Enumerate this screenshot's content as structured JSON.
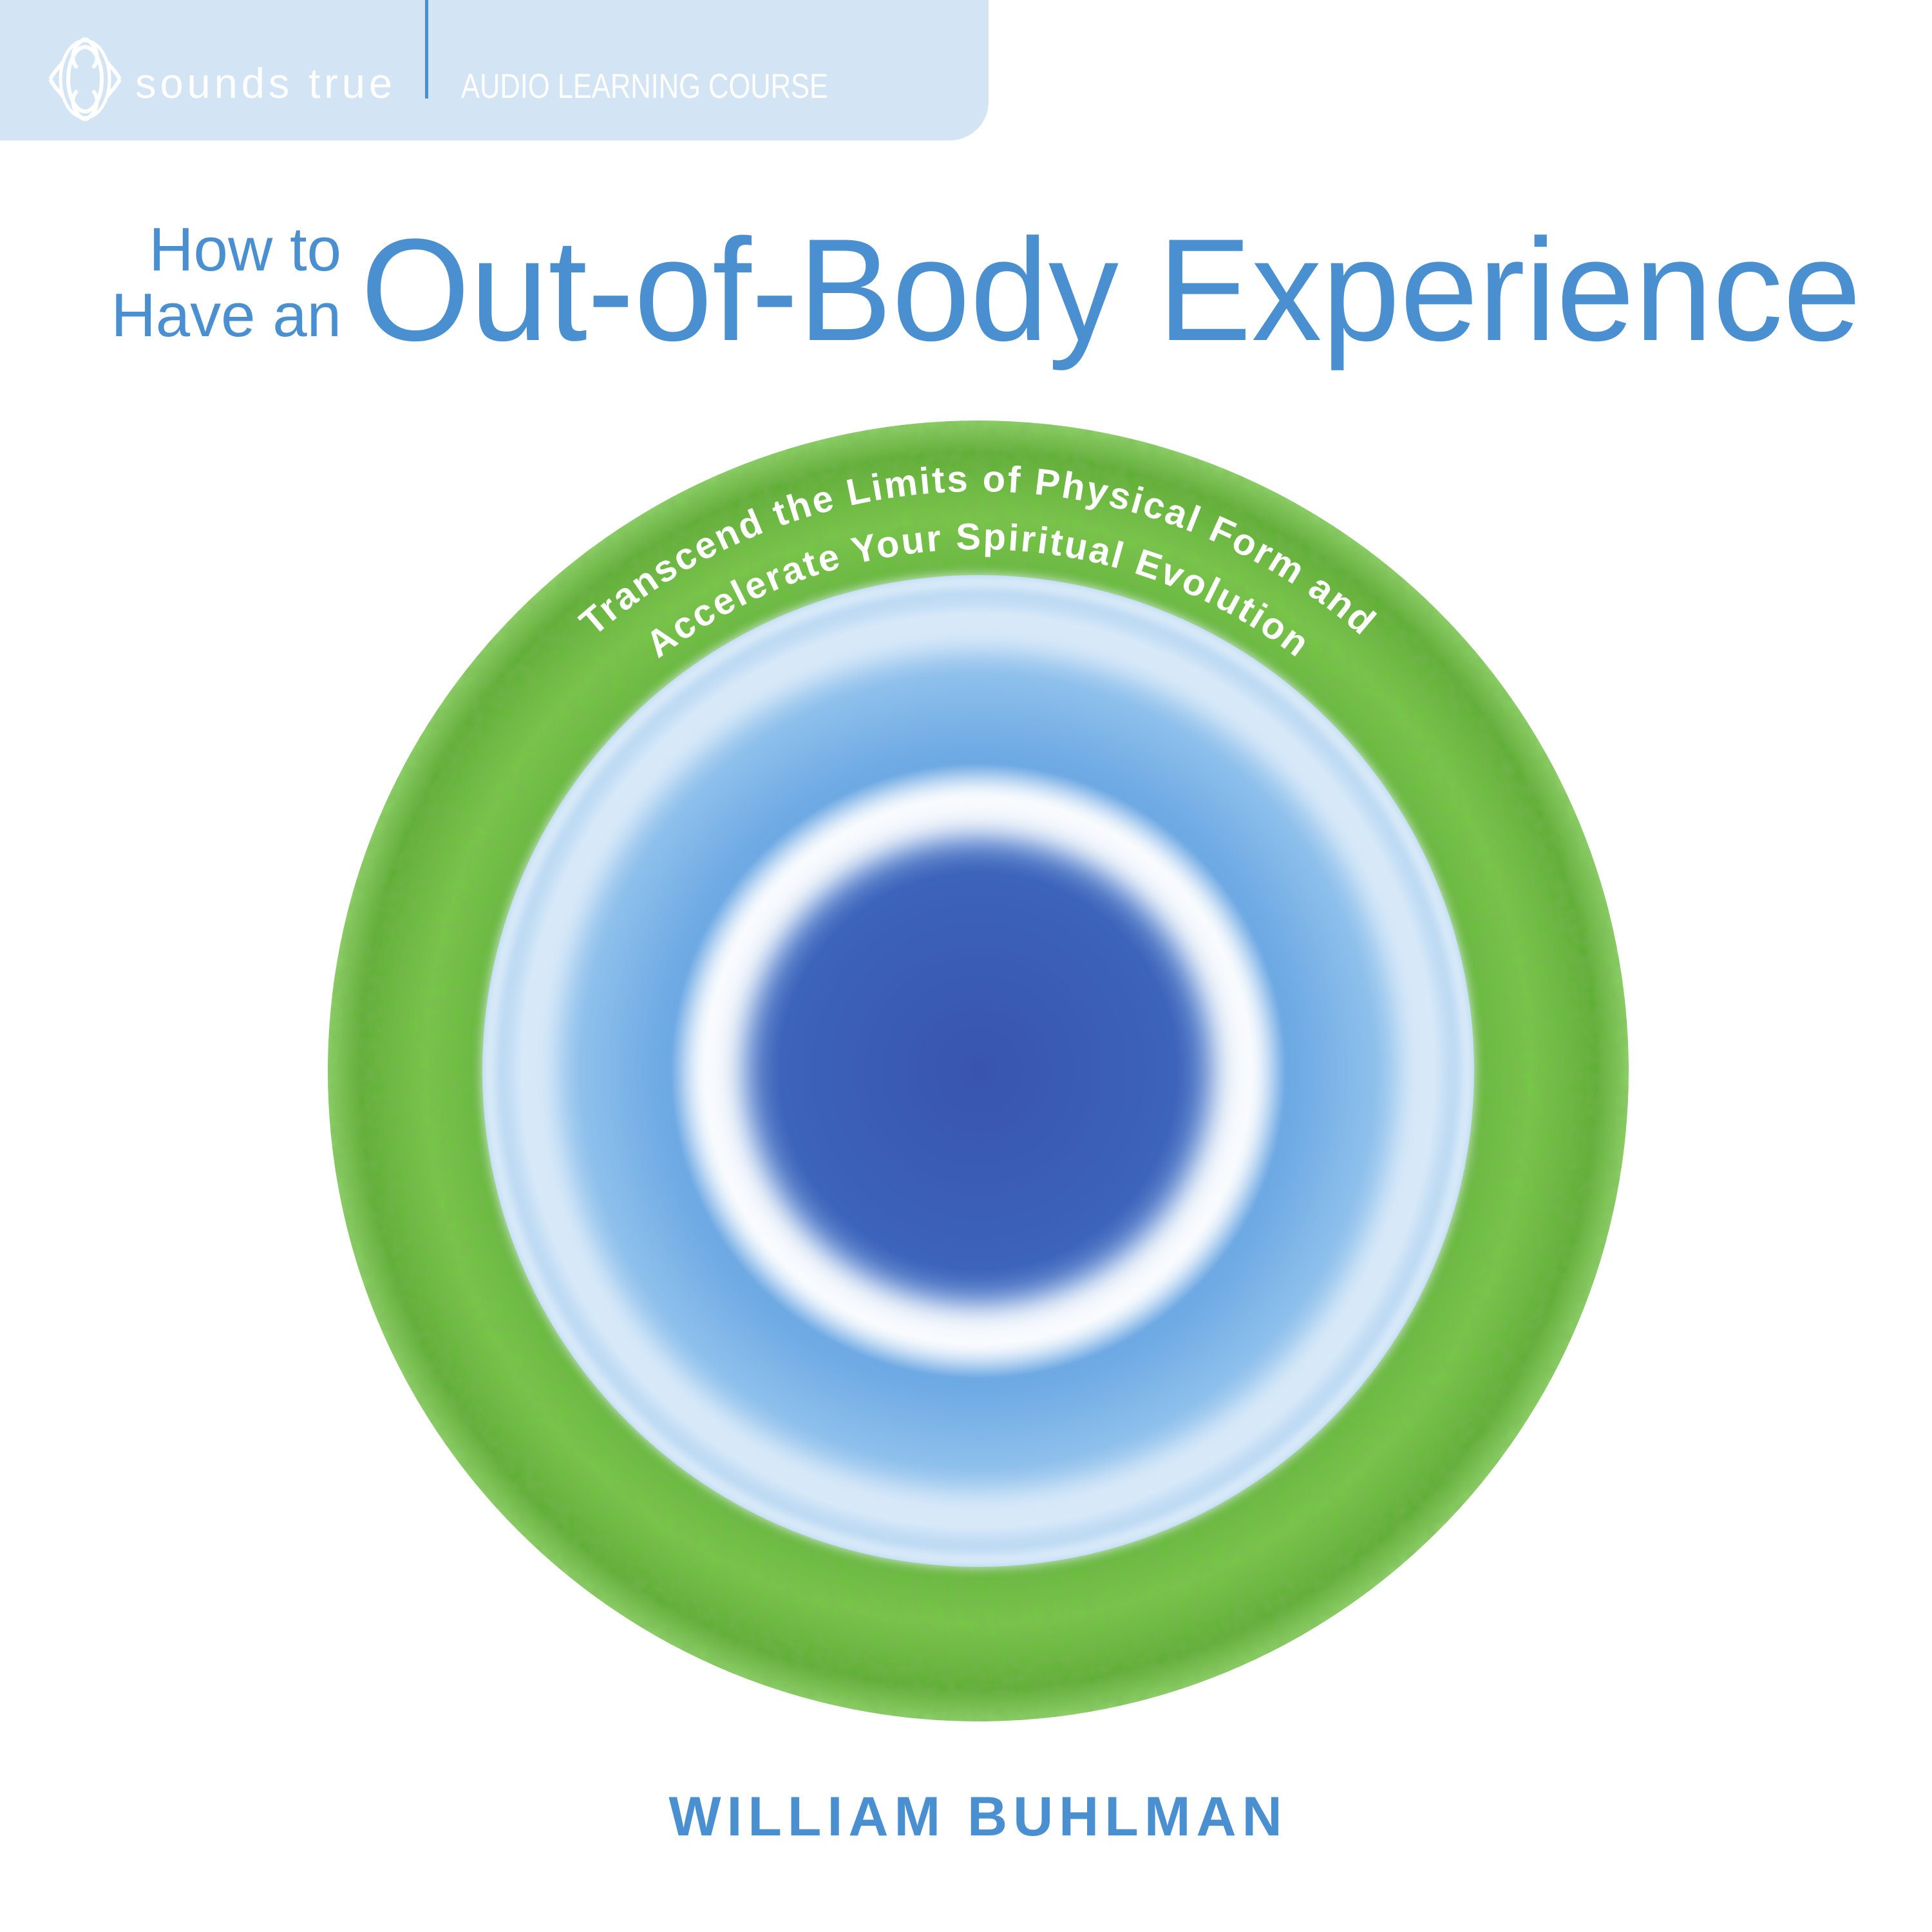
{
  "header": {
    "brand": "sounds true",
    "series": "AUDIO LEARNING COURSE",
    "band_color": "#d3e4f4",
    "divider_color": "#4a90d0",
    "logo_icon": "lotus-mandala-icon"
  },
  "title": {
    "line_small_1": "How to",
    "line_small_2": "Have an",
    "line_large": "Out-of-Body Experience",
    "color": "#4a90d0"
  },
  "artwork": {
    "subtitle_line_1": "Transcend the Limits of Physical Form and",
    "subtitle_line_2": "Accelerate Your Spiritual Evolution",
    "grass_color": "#6cc33c",
    "sky_color": "#5b9fe0",
    "center_color": "#3a58b0"
  },
  "author": {
    "name": "WILLIAM BUHLMAN",
    "color": "#4a90d0"
  }
}
